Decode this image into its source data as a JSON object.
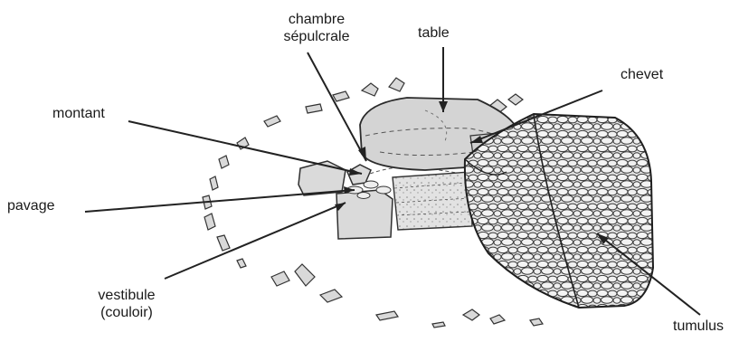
{
  "labels": {
    "chambre_line1": "chambre",
    "chambre_line2": "sépulcrale",
    "table": "table",
    "chevet": "chevet",
    "montant": "montant",
    "pavage": "pavage",
    "vestibule_line1": "vestibule",
    "vestibule_line2": "(couloir)",
    "tumulus": "tumulus"
  },
  "colors": {
    "stone_fill": "#dcdcdc",
    "stone_stroke": "#333333",
    "leader_line": "#222222",
    "background": "#ffffff"
  }
}
